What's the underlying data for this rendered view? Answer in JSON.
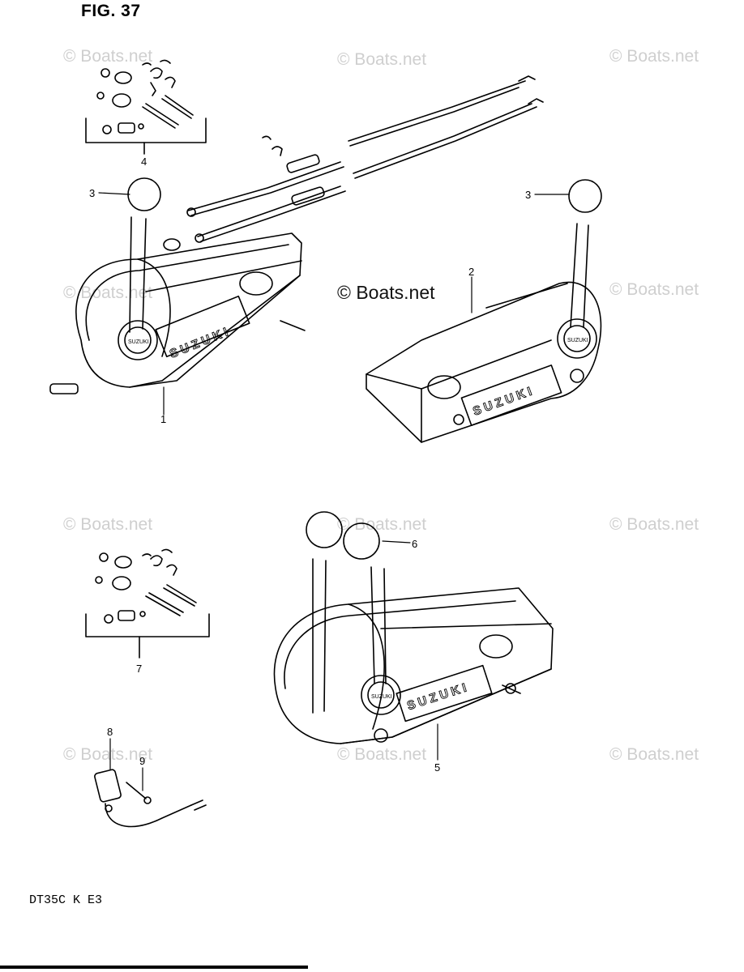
{
  "figure": {
    "title": "FIG. 37",
    "model_code": "DT35C K E3"
  },
  "watermark": {
    "text": "© Boats.net"
  },
  "callouts": [
    "1",
    "2",
    "3",
    "3",
    "4",
    "5",
    "6",
    "7",
    "8",
    "9"
  ],
  "assemblies": {
    "single_left_brand": "SUZUKI",
    "single_right_brand": "SUZUKI",
    "dual_brand": "SUZUKI",
    "knob_badge": "SUZUKI"
  },
  "colors": {
    "ink": "#000000",
    "paper": "#ffffff",
    "watermark": "#cfcfcf"
  }
}
